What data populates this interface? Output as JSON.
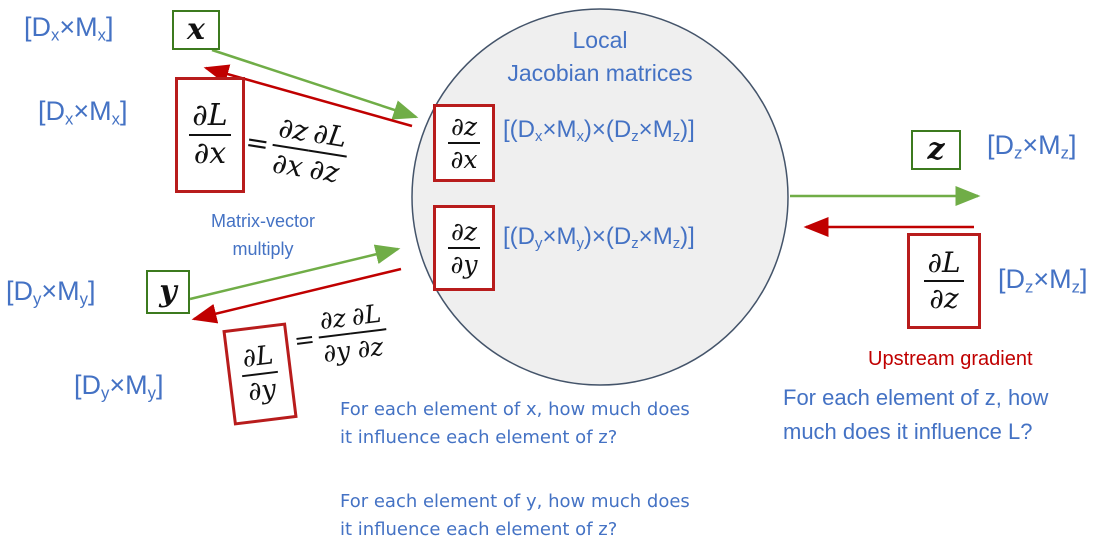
{
  "node": {
    "title_line1": "Local",
    "title_line2": "Jacobian matrices",
    "jac_x_dim": "[(Dₓ×Mₓ)×(D_z×M_z)]",
    "jac_y_dim": "[(D_y×M_y)×(D_z×M_z)]"
  },
  "inputs": {
    "x_var": "x",
    "y_var": "y",
    "x_dim_top": {
      "d": "D",
      "ds": "x",
      "m": "M",
      "ms": "x"
    },
    "x_dim_grad": {
      "d": "D",
      "ds": "x",
      "m": "M",
      "ms": "x"
    },
    "y_dim_top": {
      "d": "D",
      "ds": "y",
      "m": "M",
      "ms": "y"
    },
    "y_dim_grad": {
      "d": "D",
      "ds": "y",
      "m": "M",
      "ms": "y"
    }
  },
  "output": {
    "z_var": "z",
    "z_dim": {
      "d": "D",
      "ds": "z",
      "m": "M",
      "ms": "z"
    },
    "grad_dim": {
      "d": "D",
      "ds": "z",
      "m": "M",
      "ms": "z"
    },
    "upstream_label": "Upstream gradient",
    "upstream_note_line1": "For each element of z, how",
    "upstream_note_line2": "much does it influence L?"
  },
  "middle": {
    "matvec_line1": "Matrix-vector",
    "matvec_line2": "multiply"
  },
  "notes": {
    "x_line1": "For each element of x, how much does",
    "x_line2": "it influence each element of z?",
    "y_line1": "For each element of y, how much does",
    "y_line2": "it influence each element of z?"
  },
  "math": {
    "partial": "∂",
    "L": "L",
    "x": "x",
    "y": "y",
    "z": "z",
    "equals": "="
  },
  "colors": {
    "blue_text": "#4472c4",
    "green_arrow": "#70ad47",
    "red_arrow": "#c00000",
    "circle_fill": "#efefef",
    "circle_stroke": "#44546a",
    "upstream_red": "#c00000"
  }
}
